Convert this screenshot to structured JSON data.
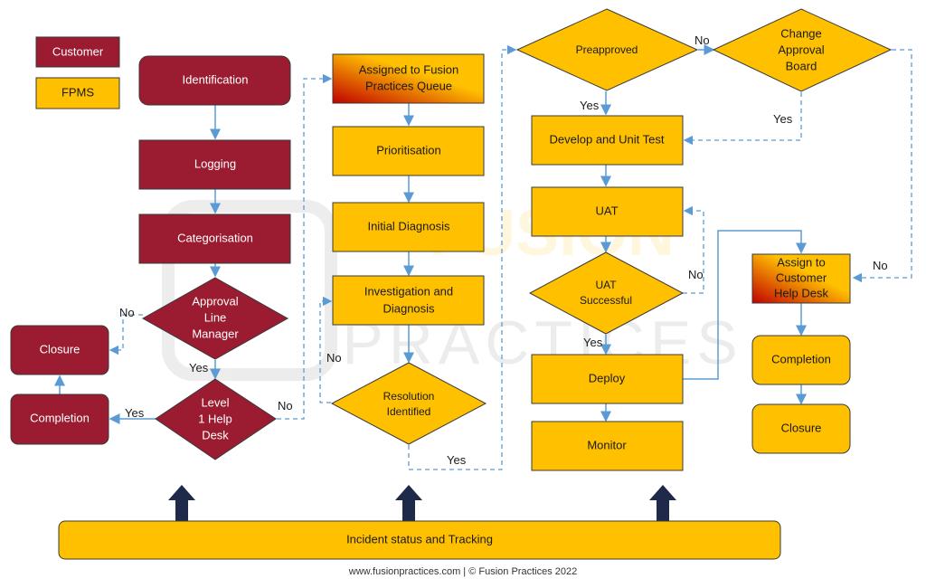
{
  "colors": {
    "customer": "#9b1b30",
    "fpms": "#ffc000",
    "border": "#3a3a3a",
    "arrow": "#5b9bd5",
    "up_arrow": "#1f2a4a",
    "gradient_start": "#c00000"
  },
  "legend": {
    "customer": "Customer",
    "fpms": "FPMS"
  },
  "customer_flow": {
    "identification": "Identification",
    "logging": "Logging",
    "categorisation": "Categorisation",
    "approval_line": [
      "Approval",
      "Line",
      "Manager"
    ],
    "level1_help": [
      "Level",
      "1 Help",
      "Desk"
    ],
    "closure": "Closure",
    "completion": "Completion"
  },
  "fp_queue_flow": {
    "assigned": [
      "Assigned to Fusion",
      "Practices Queue"
    ],
    "prioritisation": "Prioritisation",
    "initial_diagnosis": "Initial Diagnosis",
    "investigation": [
      "Investigation and",
      "Diagnosis"
    ],
    "resolution": [
      "Resolution",
      "Identified"
    ]
  },
  "dev_flow": {
    "preapproved": "Preapproved",
    "change_board": [
      "Change",
      "Approval",
      "Board"
    ],
    "develop": "Develop and Unit Test",
    "uat": "UAT",
    "uat_successful": [
      "UAT",
      "Successful"
    ],
    "deploy": "Deploy",
    "monitor": "Monitor",
    "assign_help": [
      "Assign to",
      "Customer",
      "Help Desk"
    ],
    "completion": "Completion",
    "closure": "Closure"
  },
  "edge_labels": {
    "yes": "Yes",
    "no": "No"
  },
  "background_logo": {
    "word1": "FUSION",
    "word2": "PRACTICES"
  },
  "tracking_bar": "Incident status and Tracking",
  "footer": "www.fusionpractices.com  |  © Fusion Practices 2022"
}
